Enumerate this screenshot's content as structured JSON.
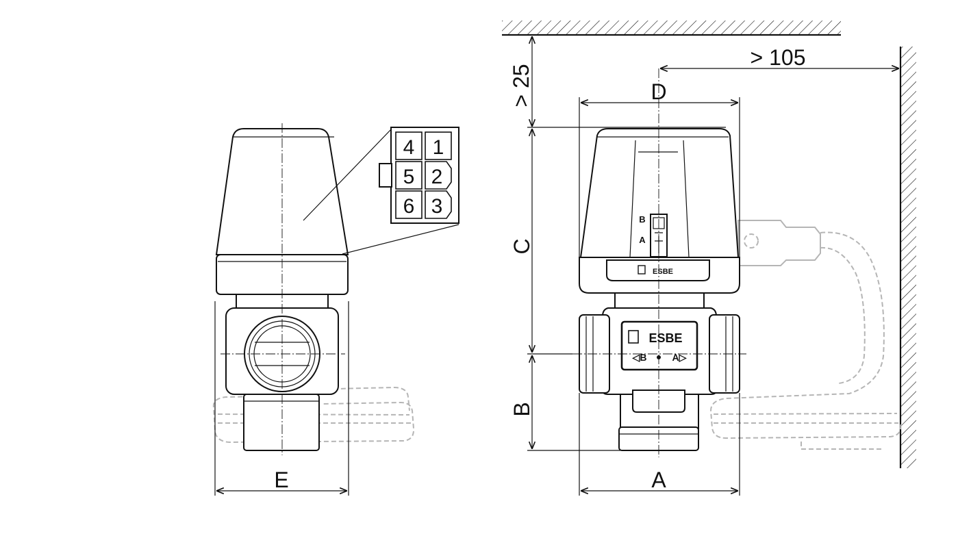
{
  "dimensions": {
    "A": "A",
    "B": "B",
    "C": "C",
    "D": "D",
    "E": "E",
    "clearance_top": "> 25",
    "clearance_side": "> 105"
  },
  "connector_pins": [
    "4",
    "1",
    "5",
    "2",
    "6",
    "3"
  ],
  "actuator_marks": {
    "upper": "B",
    "lower": "A"
  },
  "brand": "ESBE",
  "valve_label": {
    "left": "◁B",
    "right": "A▷"
  },
  "colors": {
    "line": "#111111",
    "ghost_cable": "#b5b5b5",
    "background": "#ffffff"
  }
}
